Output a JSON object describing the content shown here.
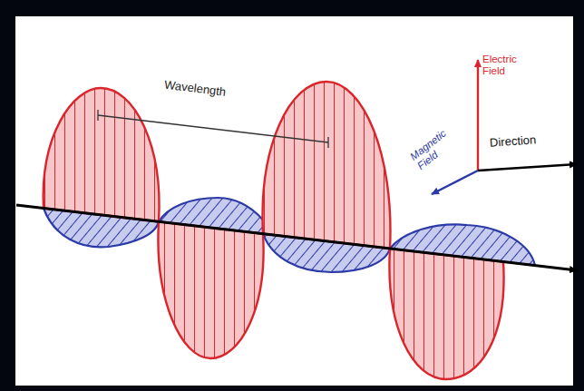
{
  "diagram": {
    "labels": [
      "Wavelength",
      "Electric Field",
      "Magnetic Field",
      "Direction"
    ]
  }
}
